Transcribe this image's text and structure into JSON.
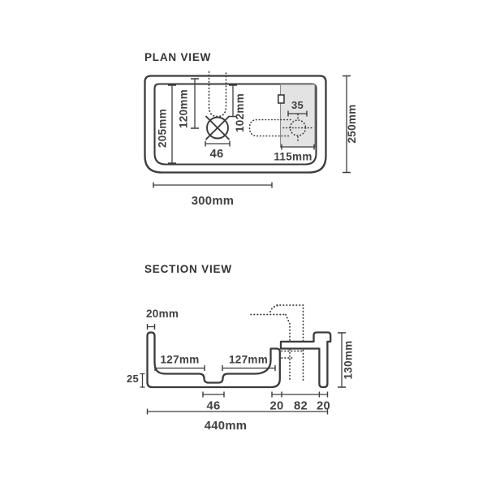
{
  "plan": {
    "title": "PLAN VIEW",
    "inner_depth": "205mm",
    "spout_depth": "120mm",
    "drain_depth": "102mm",
    "drain_width": "46",
    "tap_hole": "35",
    "deck_width": "115mm",
    "bowl_width": "300mm",
    "overall_depth": "250mm"
  },
  "section": {
    "title": "SECTION VIEW",
    "wall_thickness": "20mm",
    "bowl_left": "127mm",
    "bowl_right": "127mm",
    "base_thickness": "25",
    "drain_width": "46",
    "deck_seg_left": "20",
    "deck_seg_mid": "82",
    "deck_seg_right": "20",
    "overall_width": "440mm",
    "overall_height": "130mm"
  },
  "colors": {
    "line": "#3b3b3b",
    "text": "#414141",
    "deck_fill": "#e3e3e3"
  }
}
